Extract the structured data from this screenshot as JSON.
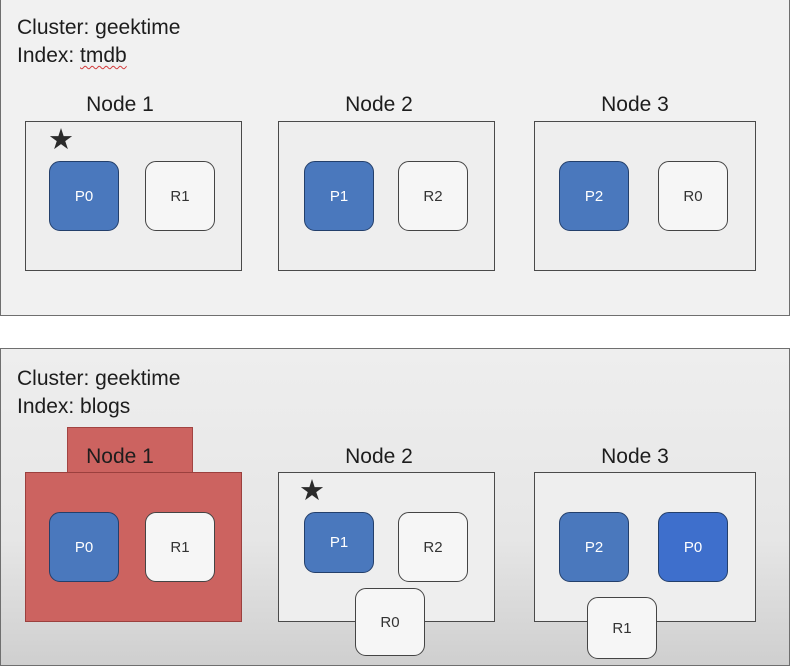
{
  "top": {
    "cluster": "Cluster: geektime",
    "index_prefix": "Index: ",
    "index_name": "tmdb",
    "nodes": [
      {
        "label": "Node 1",
        "shards": [
          "P0",
          "R1"
        ]
      },
      {
        "label": "Node 2",
        "shards": [
          "P1",
          "R2"
        ]
      },
      {
        "label": "Node 3",
        "shards": [
          "P2",
          "R0"
        ]
      }
    ]
  },
  "bottom": {
    "cluster": "Cluster: geektime",
    "index": "Index: blogs",
    "nodes": [
      {
        "label": "Node 1",
        "shards": [
          "P0",
          "R1"
        ]
      },
      {
        "label": "Node 2",
        "shards": [
          "P1",
          "R2"
        ],
        "extra_shard": "R0"
      },
      {
        "label": "Node 3",
        "shards": [
          "P2",
          "P0"
        ],
        "extra_shard": "R1"
      }
    ]
  },
  "colors": {
    "primary_shard": "#4a78bd",
    "failed_node": "#cc6360",
    "replica_shard": "#f6f6f6"
  },
  "icons": {
    "master_marker": "star-icon"
  }
}
